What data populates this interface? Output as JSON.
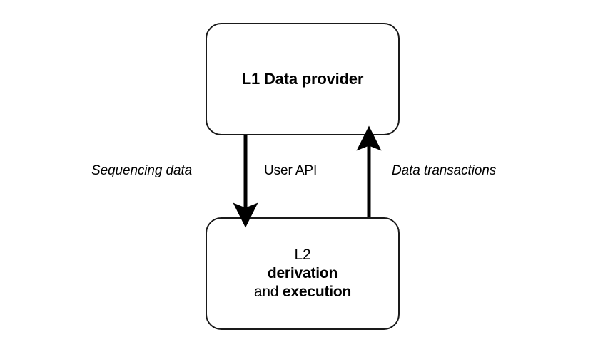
{
  "diagram": {
    "background_color": "#ffffff",
    "stroke_color": "#1a1a1a",
    "arrow_color": "#000000",
    "nodes": {
      "l1": {
        "id": "l1-data-provider",
        "title": "L1 Data provider"
      },
      "l2": {
        "id": "l2-derivation-execution",
        "line1": "L2",
        "line2": "derivation",
        "line3_prefix": "and ",
        "line3_emphasis": "execution"
      }
    },
    "edges": {
      "down": {
        "id": "l1-to-l2",
        "direction": "down",
        "from": "l1",
        "to": "l2",
        "label_left": "Sequencing data",
        "label_center": "User API"
      },
      "up": {
        "id": "l2-to-l1",
        "direction": "up",
        "from": "l2",
        "to": "l1",
        "label_right": "Data transactions"
      }
    }
  }
}
